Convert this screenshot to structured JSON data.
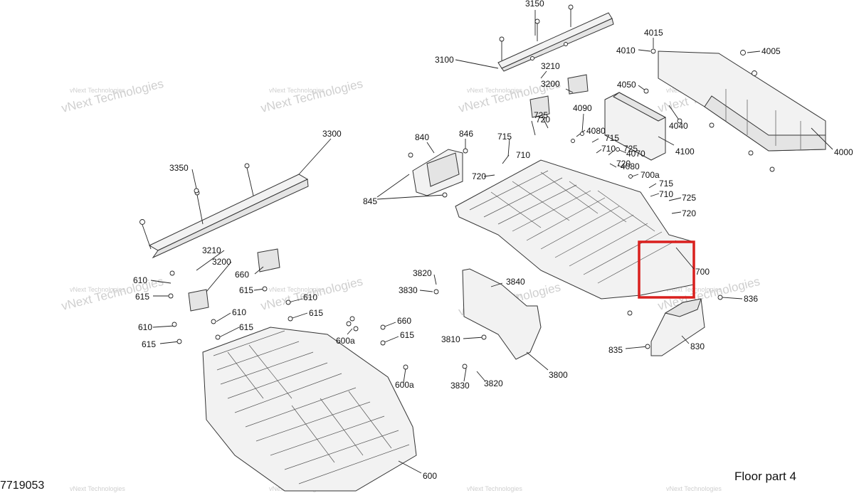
{
  "diagram": {
    "doc_number": "7719053",
    "title": "Floor part 4",
    "watermark_text": "vNext Technologies",
    "highlight_color": "#d9201e",
    "labels": {
      "3150": "3150",
      "3100": "3100",
      "3210a": "3210",
      "3200a": "3200",
      "4015": "4015",
      "4010": "4010",
      "4005": "4005",
      "4050": "4050",
      "4040": "4040",
      "4100": "4100",
      "4000": "4000",
      "4090": "4090",
      "4080a": "4080",
      "4070": "4070",
      "4080b": "4080",
      "700a": "700a",
      "725a": "725",
      "720a": "720",
      "715a": "715",
      "710a": "710",
      "715b": "715",
      "710b": "710",
      "725b": "725",
      "720b": "720",
      "715c": "715",
      "710c": "710",
      "725c": "725",
      "720c": "720",
      "840": "840",
      "846": "846",
      "845": "845",
      "3300": "3300",
      "3350": "3350",
      "3210b": "3210",
      "3200b": "3200",
      "660a": "660",
      "610a": "610",
      "615a": "615",
      "615b": "615",
      "610b": "610",
      "615c": "615",
      "610c": "610",
      "615d": "615",
      "610d": "610",
      "615e": "615",
      "600a1": "600a",
      "660b": "660",
      "615f": "615",
      "600a2": "600a",
      "600": "600",
      "3820a": "3820",
      "3830a": "3830",
      "3840": "3840",
      "3810": "3810",
      "3830b": "3830",
      "3820b": "3820",
      "3800": "3800",
      "700": "700",
      "836": "836",
      "835": "835",
      "830": "830"
    }
  }
}
